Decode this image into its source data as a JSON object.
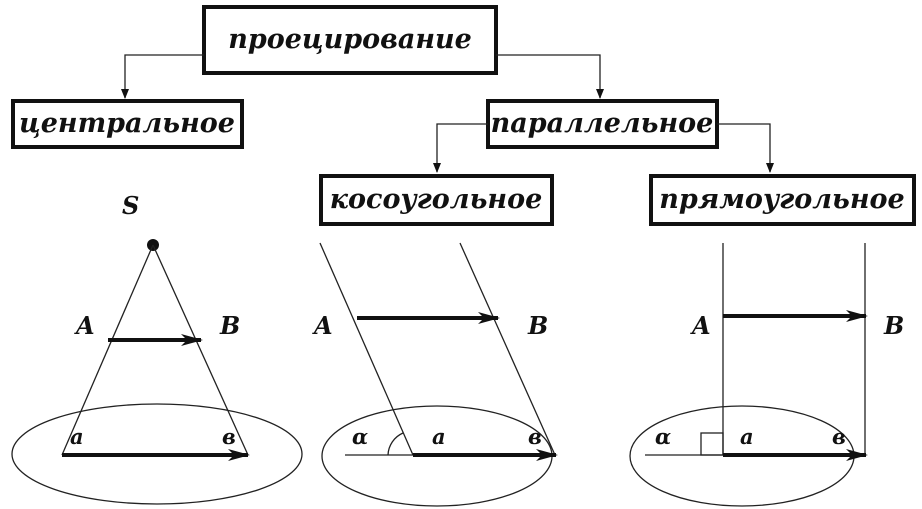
{
  "root": {
    "label": "проецирование"
  },
  "central": {
    "label": "центральное",
    "S": "S",
    "A": "A",
    "B": "B",
    "a": "a",
    "b": "в"
  },
  "parallel": {
    "label": "параллельное"
  },
  "oblique": {
    "label": "косоугольное",
    "A": "A",
    "B": "B",
    "a": "a",
    "b": "в",
    "alpha": "α"
  },
  "orthogonal": {
    "label": "прямоугольное",
    "A": "A",
    "B": "B",
    "a": "a",
    "b": "в",
    "alpha": "α"
  }
}
